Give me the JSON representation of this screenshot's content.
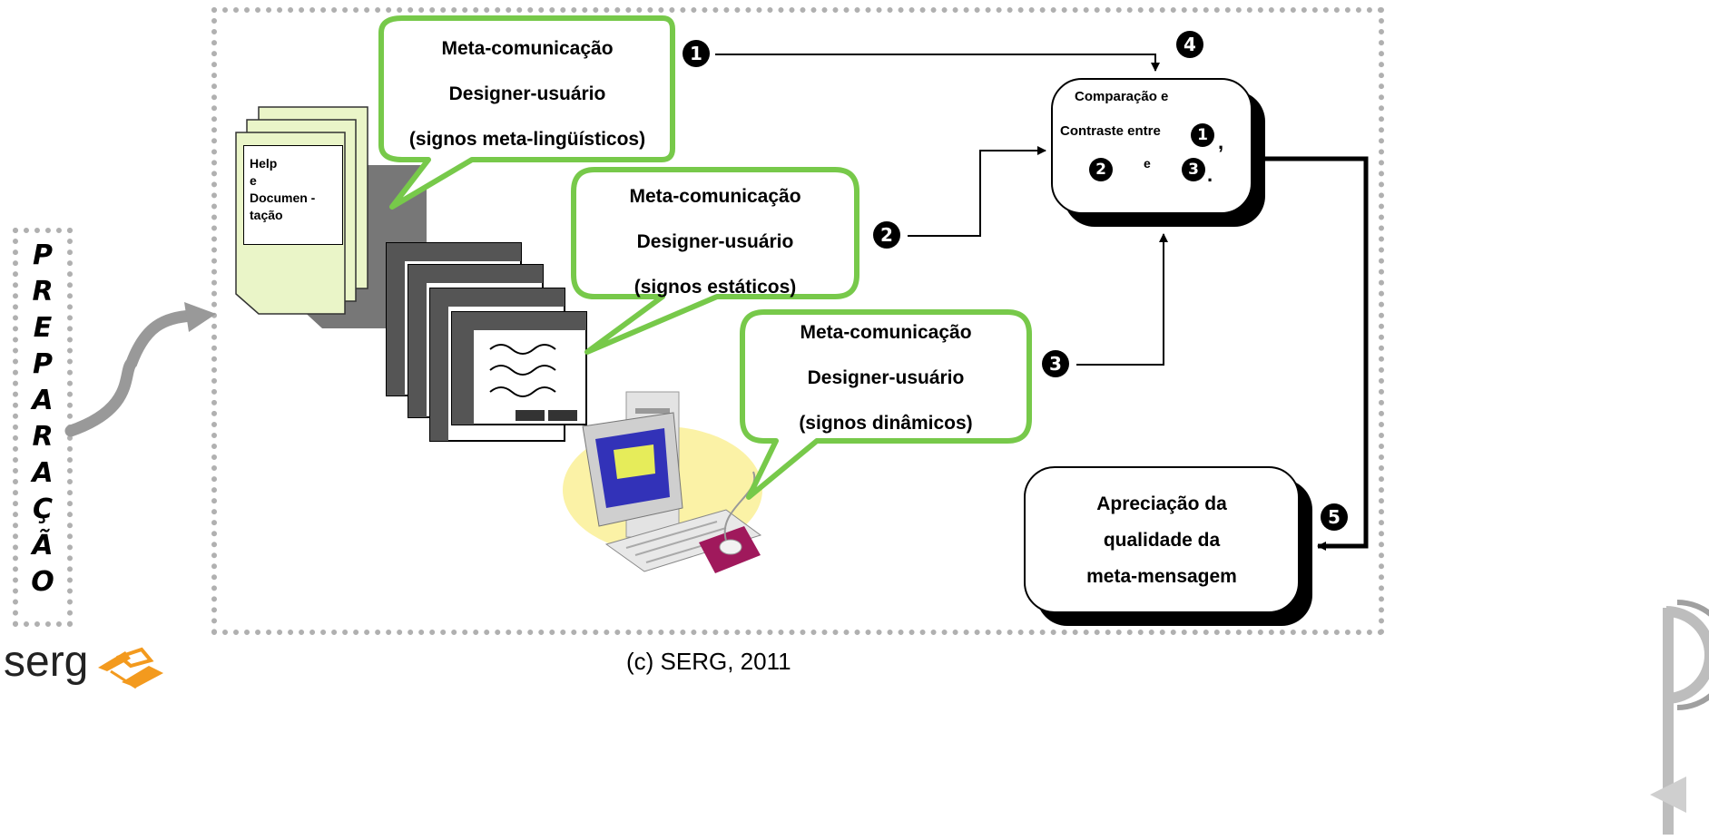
{
  "preparacao": {
    "letters": [
      "P",
      "R",
      "E",
      "P",
      "A",
      "R",
      "A",
      "Ç",
      "Ã",
      "O"
    ]
  },
  "bubbles": {
    "b1": {
      "line1": "Meta-comunicação",
      "line2": "Designer-usuário",
      "line3": "(signos meta-lingüísticos)"
    },
    "b2": {
      "line1": "Meta-comunicação",
      "line2": "Designer-usuário",
      "line3": "(signos estáticos)"
    },
    "b3": {
      "line1": "Meta-comunicação",
      "line2": "Designer-usuário",
      "line3": "(signos dinâmicos)"
    }
  },
  "help_doc": {
    "line1": "Help",
    "line2": "e",
    "line3": "Documen -",
    "line4": "tação"
  },
  "numbers": {
    "n1": "1",
    "n2": "2",
    "n3": "3",
    "n4": "4",
    "n5": "5"
  },
  "compare_box": {
    "line1": "Comparação e",
    "line2": "Contraste entre",
    "n1": "1",
    "comma": ",",
    "n2": "2",
    "e": "e",
    "n3": "3",
    "period": "."
  },
  "quality_box": {
    "line1": "Apreciação da",
    "line2": "qualidade da",
    "line3": "meta-mensagem"
  },
  "footer": {
    "copyright": "(c) SERG, 2011",
    "logo_text": "serg"
  },
  "colors": {
    "bubble_border": "#77c94a",
    "frame": "#b0b0b0",
    "doc_fill": "#eaf5c8",
    "logo_orange": "#f39a1e"
  }
}
